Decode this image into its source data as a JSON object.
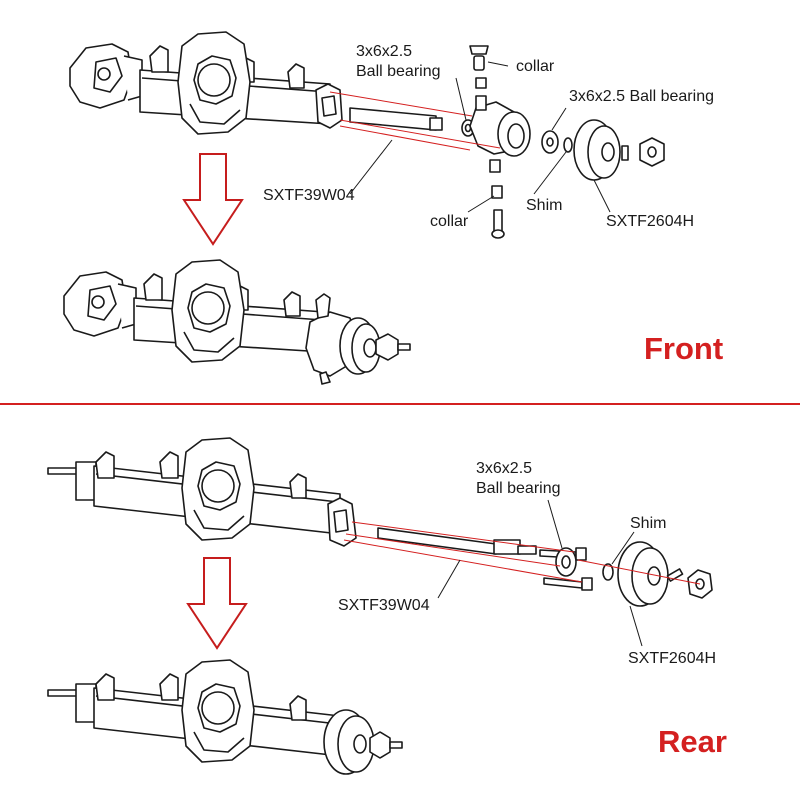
{
  "colors": {
    "accent": "#d42020",
    "line": "#1a1a1a",
    "part_fill": "#ffffff",
    "shade": "#d9d9d9"
  },
  "front": {
    "section_label": "Front",
    "labels": {
      "ball_bearing_1": [
        "3x6x2.5",
        "Ball bearing"
      ],
      "collar_top": "collar",
      "ball_bearing_2": "3x6x2.5 Ball bearing",
      "axle_part": "SXTF39W04",
      "collar_bottom": "collar",
      "shim": "Shim",
      "hub_part": "SXTF2604H"
    }
  },
  "rear": {
    "section_label": "Rear",
    "labels": {
      "ball_bearing": [
        "3x6x2.5",
        "Ball bearing"
      ],
      "shim": "Shim",
      "axle_part": "SXTF39W04",
      "hub_part": "SXTF2604H"
    }
  },
  "icons": {
    "arrow": "down-arrow-icon"
  }
}
